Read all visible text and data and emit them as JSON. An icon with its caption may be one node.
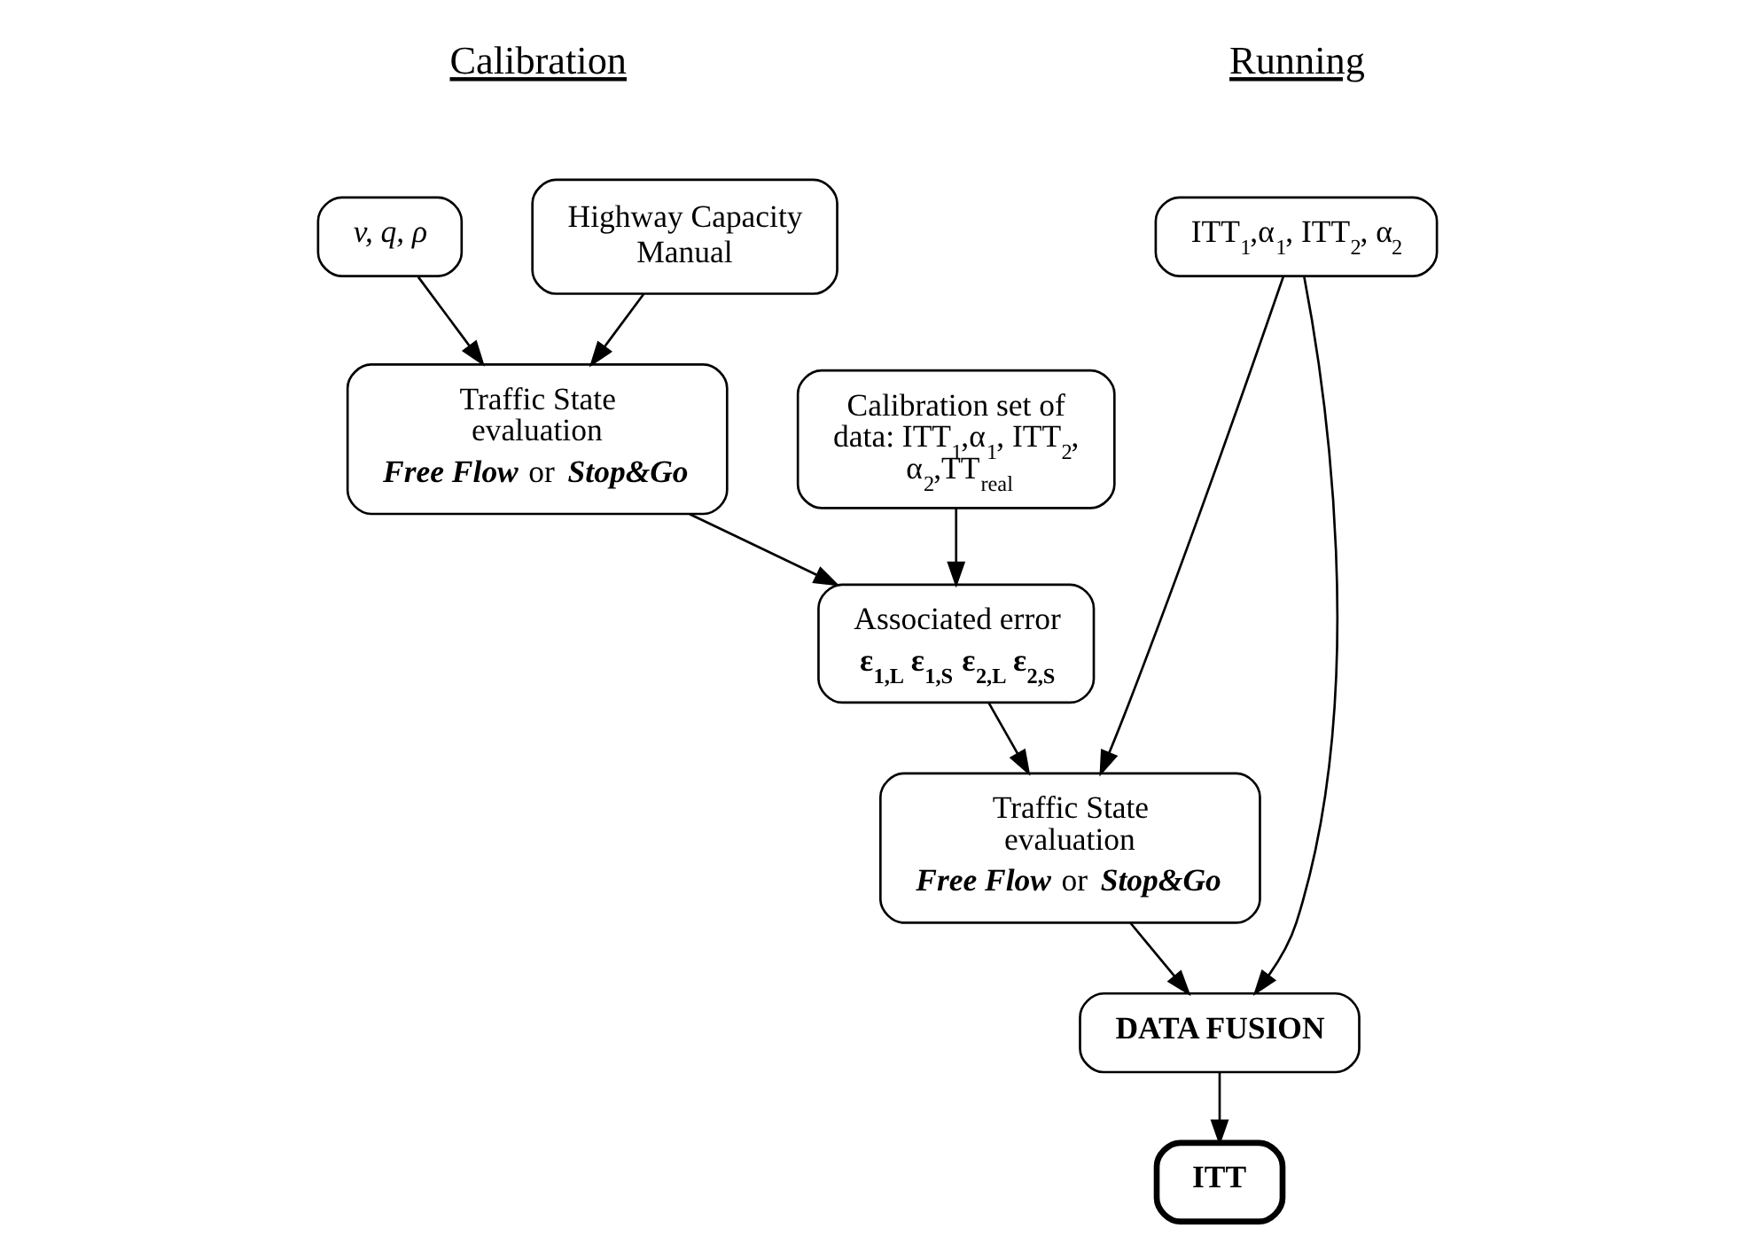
{
  "diagram": {
    "nodes": [
      {
        "text": [
          "v, q, ρ"
        ]
      },
      {
        "text": [
          "Highway Capacity Manual"
        ]
      },
      {
        "text": [
          "Traffic State evaluation",
          "**Free Flow** or **Stop&Go**"
        ]
      },
      {
        "text": [
          "Calibration set of data: ITT$_{1}$,α$_{1}$, ITT$_{2}$, α$_{2}$,TT$_{real}$"
        ]
      },
      {
        "text": [
          "Associated error",
          "ε$_{1,L}$ ε$_{1,S}$ ε$_{2,L}$ ε$_{2,S}$"
        ]
      },
      {
        "text": [
          "ITT$_{1}$,α$_{1}$, ITT$_{2}$, α$_{2}$"
        ]
      },
      {
        "text": [
          "Traffic State evaluation",
          "**Free Flow** or **Stop&Go**"
        ]
      },
      {
        "text": [
          "DATA FUSION"
        ]
      },
      {
        "text": [
          "ITT"
        ]
      }
    ],
    "edges": [
      {
        "from": 0,
        "to": 2,
        "arrow": "to"
      },
      {
        "from": 1,
        "to": 2,
        "arrow": "to"
      },
      {
        "from": 2,
        "to": 4,
        "arrow": "to"
      },
      {
        "from": 3,
        "to": 4,
        "arrow": "to"
      },
      {
        "from": 4,
        "to": 6,
        "arrow": "to"
      },
      {
        "from": 5,
        "to": 6,
        "arrow": "to"
      },
      {
        "from": 5,
        "to": 7,
        "arrow": "to"
      },
      {
        "from": 6,
        "to": 7,
        "arrow": "to"
      },
      {
        "from": 7,
        "to": 8,
        "arrow": "to"
      }
    ],
    "labels": [
      "Calibration",
      "Running"
    ]
  }
}
